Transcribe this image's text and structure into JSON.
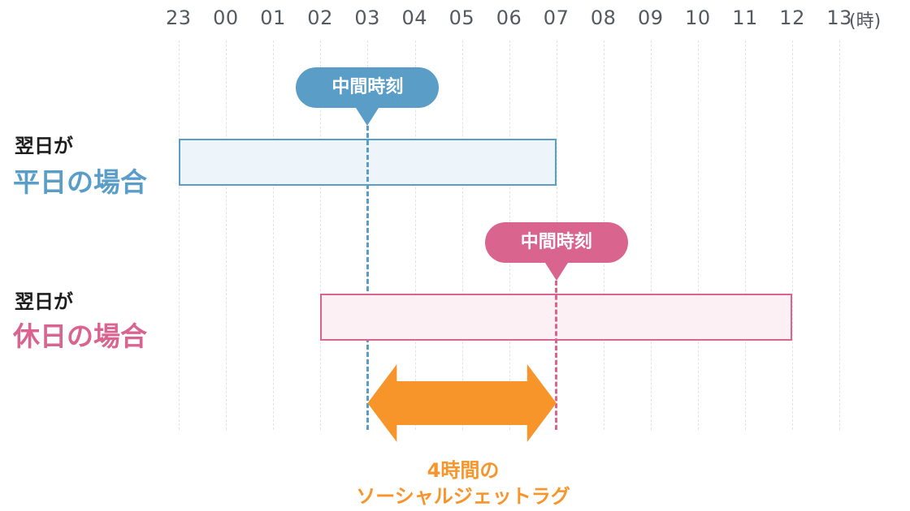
{
  "axis": {
    "hours": [
      "23",
      "00",
      "01",
      "02",
      "03",
      "04",
      "05",
      "06",
      "07",
      "08",
      "09",
      "10",
      "11",
      "12",
      "13"
    ],
    "unit": "(時)"
  },
  "rows": [
    {
      "line1": "翌日が",
      "line2": "平日の場合",
      "color": "#5a9ec8",
      "fill": "#eef5fa",
      "start_hour": "23",
      "end_hour": "07",
      "mid_label": "中間時刻",
      "mid_hour": "03"
    },
    {
      "line1": "翌日が",
      "line2": "休日の場合",
      "color": "#d9658f",
      "fill": "#fcf0f4",
      "start_hour": "02",
      "end_hour": "12",
      "mid_label": "中間時刻",
      "mid_hour": "07"
    }
  ],
  "result": {
    "line1": "4時間の",
    "line2": "ソーシャルジェットラグ",
    "color": "#f7952a"
  }
}
